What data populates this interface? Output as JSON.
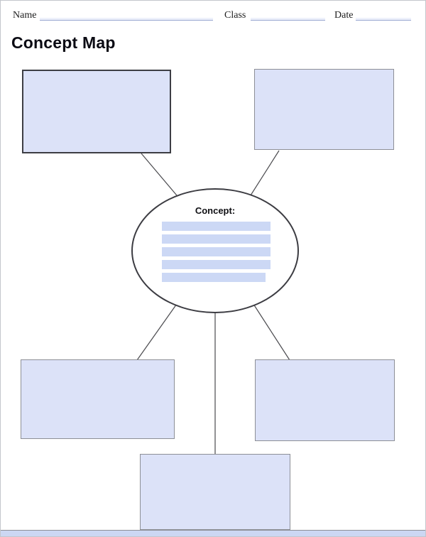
{
  "header": {
    "fields": [
      {
        "label": "Name",
        "value": ""
      },
      {
        "label": "Class",
        "value": ""
      },
      {
        "label": "Date",
        "value": ""
      }
    ]
  },
  "title": "Concept Map",
  "concept": {
    "label": "Concept:",
    "write_line_count": 5
  },
  "boxes": [
    {
      "name": "top-left",
      "value": ""
    },
    {
      "name": "top-right",
      "value": ""
    },
    {
      "name": "bottom-left",
      "value": ""
    },
    {
      "name": "bottom-right",
      "value": ""
    },
    {
      "name": "bottom-center",
      "value": ""
    }
  ],
  "colors": {
    "box_fill": "#dce2f8",
    "box_border": "#8d8f96",
    "box_border_dark": "#3d3e44",
    "connector_line": "#4a4a4e",
    "write_line_fill": "#ccd8f5",
    "field_underline": "#97a5cf",
    "page_border": "#c3c6cc",
    "title_color": "#0c0c14"
  }
}
